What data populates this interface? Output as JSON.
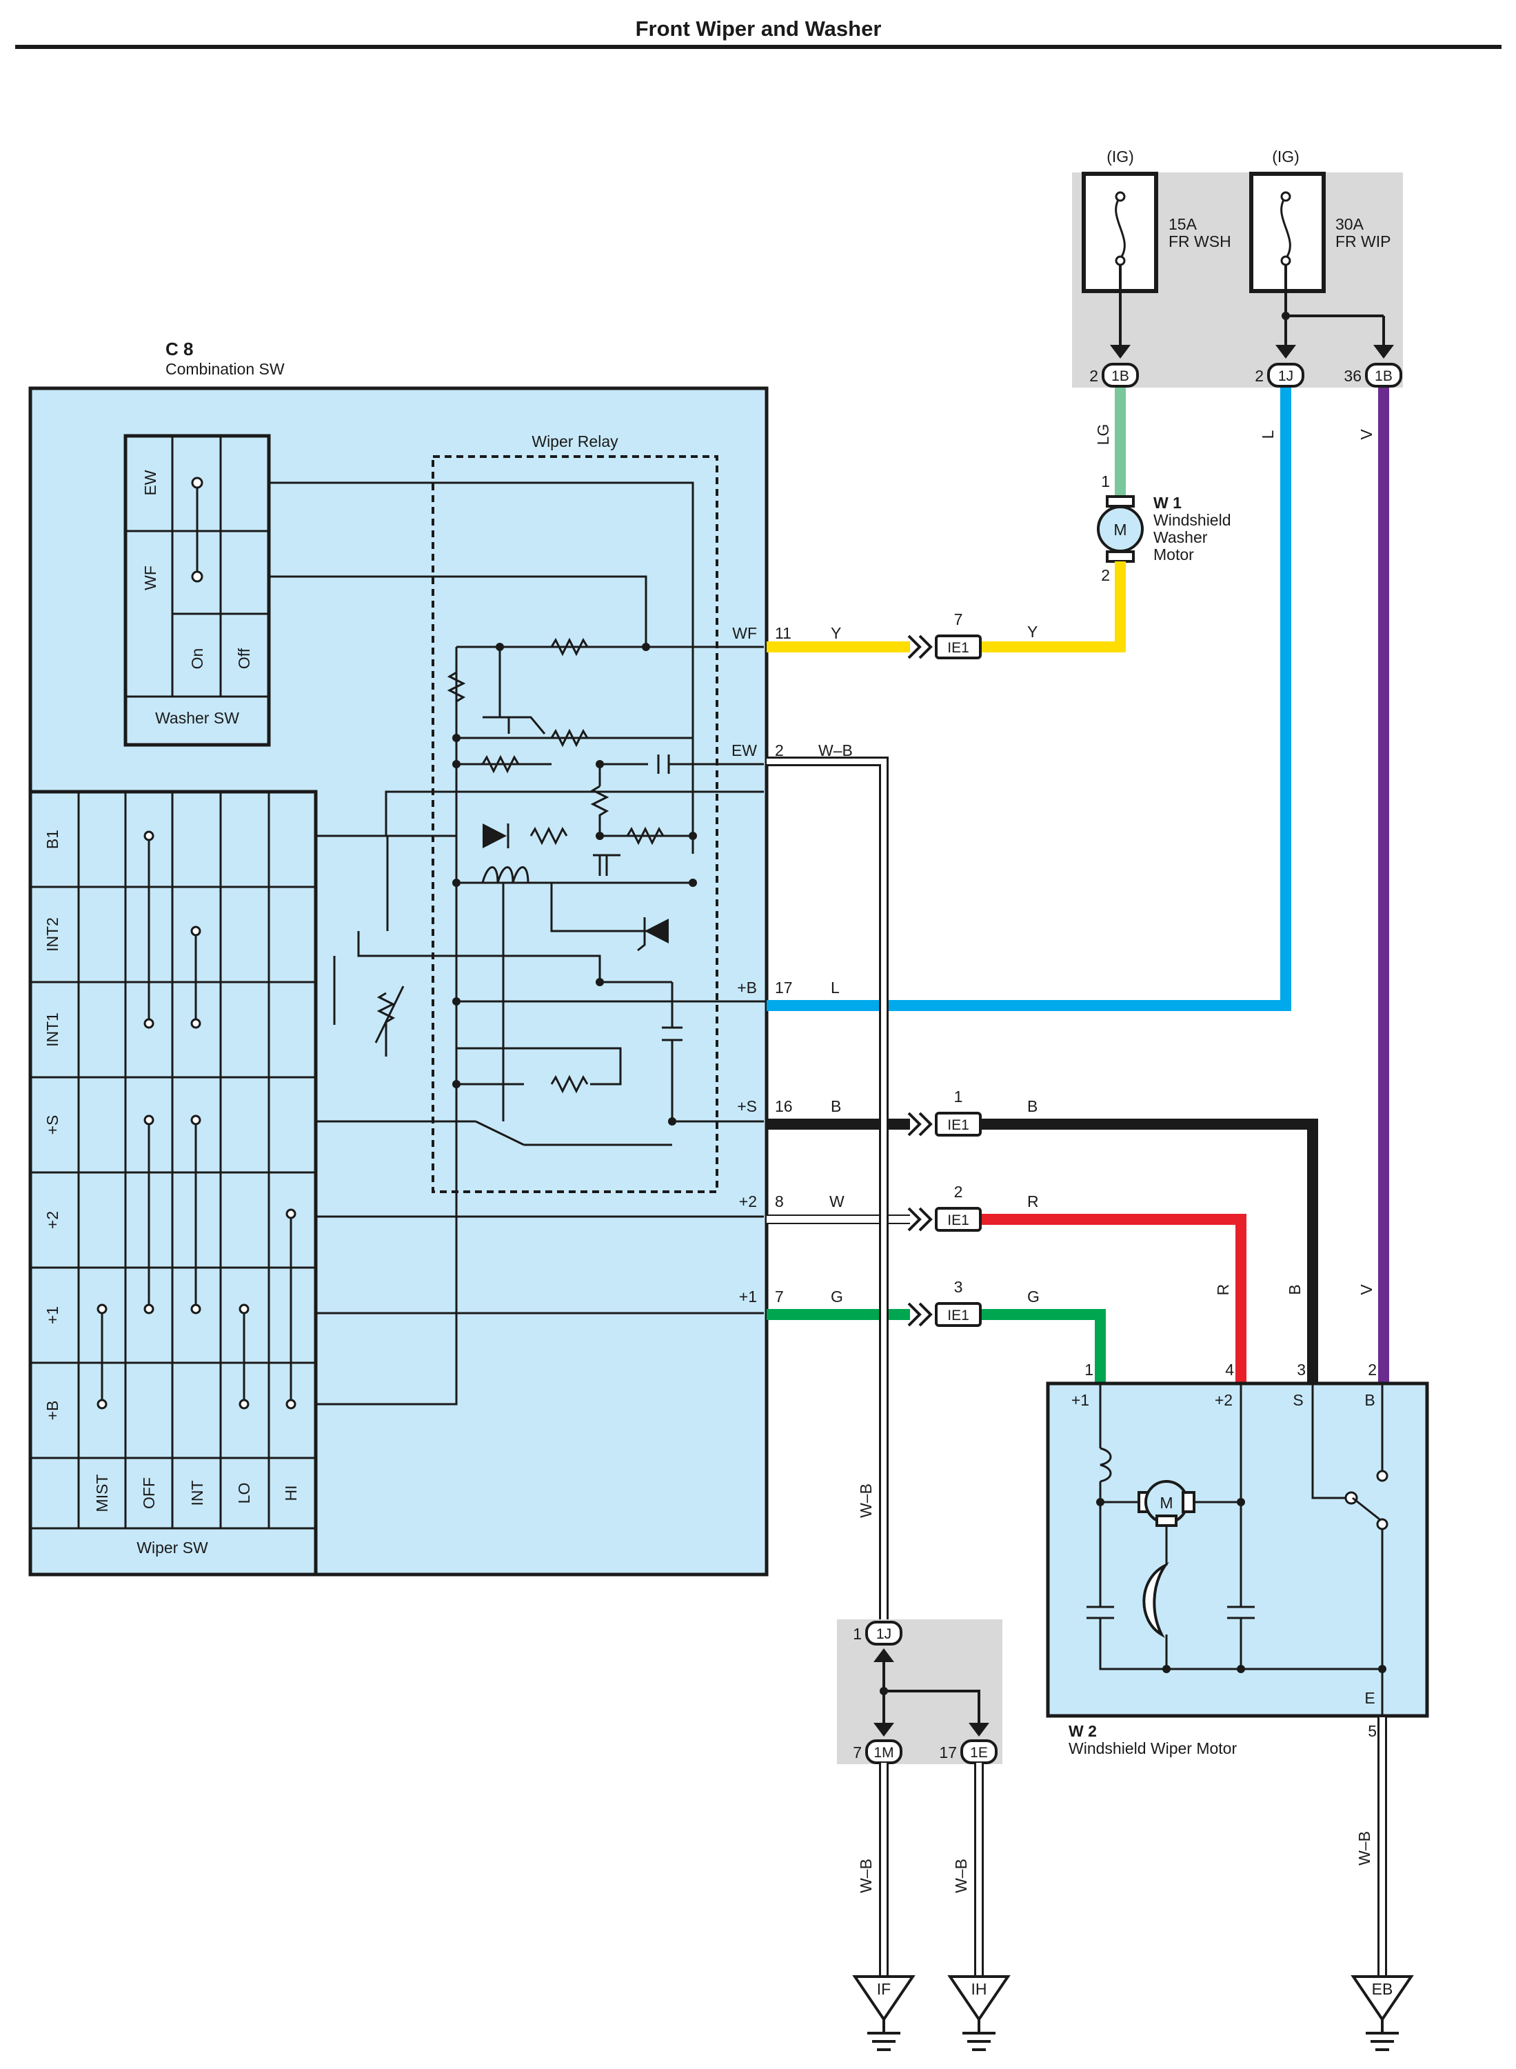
{
  "title": "Front Wiper and Washer",
  "colors": {
    "Y": "#ffdd00",
    "L": "#00a9ec",
    "B": "#1a1a1a",
    "R": "#e8202a",
    "G": "#00a650",
    "LG": "#7ac79b",
    "V": "#6a2d8f",
    "W": "#ffffff",
    "panel": "#c7e8f8",
    "fuse_bg": "#d9d9d9"
  },
  "fuses": [
    {
      "supply": "(IG)",
      "rating": "15A",
      "name": "FR WSH"
    },
    {
      "supply": "(IG)",
      "rating": "30A",
      "name": "FR WIP"
    }
  ],
  "connectors": {
    "fuse_wsh": {
      "pin": "2",
      "id": "1B"
    },
    "fuse_wip_a": {
      "pin": "2",
      "id": "1J"
    },
    "fuse_wip_b": {
      "pin": "36",
      "id": "1B"
    },
    "junction_top": {
      "pin": "1",
      "id": "1J"
    },
    "junction_a": {
      "pin": "7",
      "id": "1M"
    },
    "junction_b": {
      "pin": "17",
      "id": "1E"
    }
  },
  "combination_sw": {
    "code": "C 8",
    "name": "Combination SW",
    "wiper_relay_label": "Wiper Relay",
    "washer_sw": {
      "label": "Washer SW",
      "rows": [
        "EW",
        "WF"
      ],
      "positions": [
        "On",
        "Off"
      ]
    },
    "wiper_sw": {
      "label": "Wiper SW",
      "rows": [
        "B1",
        "INT2",
        "INT1",
        "+S",
        "+2",
        "+1",
        "+B"
      ],
      "positions": [
        "MIST",
        "OFF",
        "INT",
        "LO",
        "HI"
      ]
    },
    "terminals": [
      {
        "name": "WF",
        "pin": "11",
        "wire": "Y"
      },
      {
        "name": "EW",
        "pin": "2",
        "wire": "W–B"
      },
      {
        "name": "+B",
        "pin": "17",
        "wire": "L"
      },
      {
        "name": "+S",
        "pin": "16",
        "wire": "B"
      },
      {
        "name": "+2",
        "pin": "8",
        "wire": "W"
      },
      {
        "name": "+1",
        "pin": "7",
        "wire": "G"
      }
    ]
  },
  "ie1": [
    {
      "pin": "7",
      "id": "IE1",
      "wire_out": "Y"
    },
    {
      "pin": "1",
      "id": "IE1",
      "wire_out": "B"
    },
    {
      "pin": "2",
      "id": "IE1",
      "wire_out": "R"
    },
    {
      "pin": "3",
      "id": "IE1",
      "wire_out": "G"
    }
  ],
  "washer_motor": {
    "code": "W 1",
    "name_lines": [
      "Windshield",
      "Washer",
      "Motor"
    ],
    "pin_top": "1",
    "pin_bottom": "2",
    "wire_top": "LG",
    "motor_symbol": "M"
  },
  "wiper_motor": {
    "code": "W 2",
    "name": "Windshield Wiper Motor",
    "motor_symbol": "M",
    "terminals": [
      {
        "pin": "1",
        "name": "+1",
        "wire": "G"
      },
      {
        "pin": "4",
        "name": "+2",
        "wire": "R"
      },
      {
        "pin": "3",
        "name": "S",
        "wire": "B"
      },
      {
        "pin": "2",
        "name": "B",
        "wire": "V"
      }
    ],
    "earth": {
      "pin": "5",
      "name": "E",
      "wire": "W–B"
    }
  },
  "wire_labels": {
    "l_riser": "L",
    "v_riser": "V",
    "wb_vertical": "W–B"
  },
  "grounds": [
    "IF",
    "IH",
    "EB"
  ]
}
